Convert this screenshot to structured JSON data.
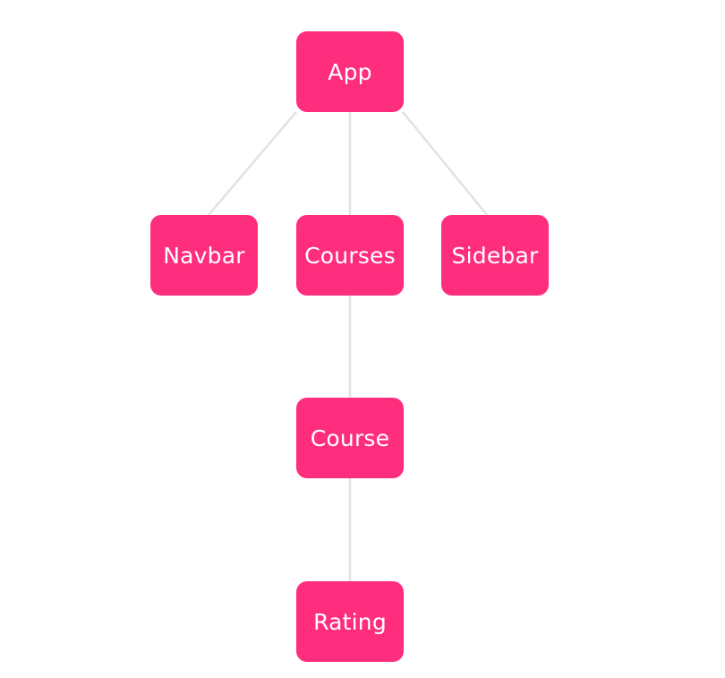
{
  "colors": {
    "node_fill": "#ff2d7d",
    "node_text": "#ffffff",
    "edge": "#e2e2e2",
    "background": "#ffffff"
  },
  "nodes": {
    "app": "App",
    "navbar": "Navbar",
    "courses": "Courses",
    "sidebar": "Sidebar",
    "course": "Course",
    "rating": "Rating"
  },
  "edges": [
    {
      "from": "App",
      "to": "Navbar"
    },
    {
      "from": "App",
      "to": "Courses"
    },
    {
      "from": "App",
      "to": "Sidebar"
    },
    {
      "from": "Courses",
      "to": "Course"
    },
    {
      "from": "Course",
      "to": "Rating"
    }
  ]
}
